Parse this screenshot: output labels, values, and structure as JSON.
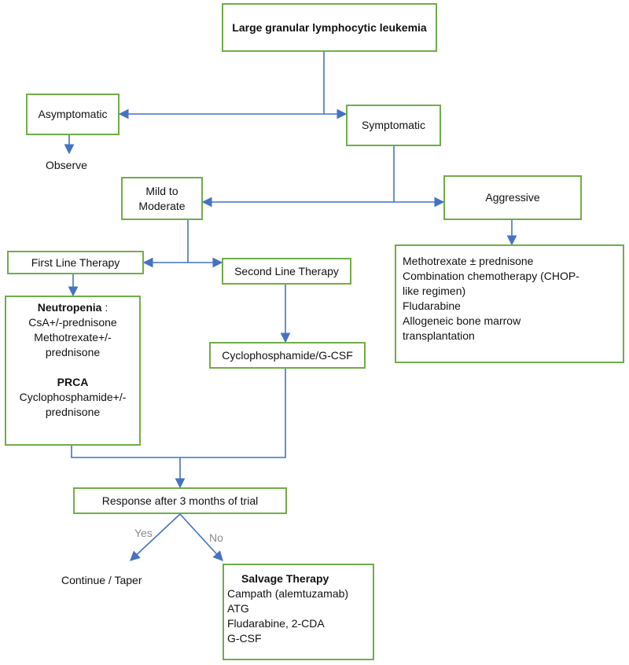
{
  "diagram": {
    "colors": {
      "box_border": "#70ad47",
      "connector": "#4472c4"
    },
    "nodes": {
      "root": "Large granular lymphocytic leukemia",
      "asymptomatic": "Asymptomatic",
      "observe": "Observe",
      "symptomatic": "Symptomatic",
      "mild": "Mild to Moderate",
      "aggressive": "Aggressive",
      "first_line": "First Line Therapy",
      "second_line": "Second Line Therapy",
      "cyclo_gcsf": "Cyclophosphamide/G-CSF",
      "response": "Response after 3 months of trial",
      "continue": "Continue / Taper"
    },
    "first_line_detail": {
      "neutropenia_heading": "Neutropenia",
      "neutropenia_colon": " :",
      "neutropenia_lines": [
        "CsA+/-prednisone",
        "Methotrexate+/-",
        "prednisone"
      ],
      "prca_heading": "PRCA",
      "prca_lines": [
        "Cyclophosphamide+/-",
        "prednisone"
      ]
    },
    "aggressive_detail": {
      "lines": [
        "Methotrexate ± prednisone",
        "Combination chemotherapy (CHOP-",
        "like regimen)",
        "Fludarabine",
        "Allogeneic bone marrow",
        "transplantation"
      ]
    },
    "salvage": {
      "heading": "Salvage Therapy",
      "lines": [
        "Campath (alemtuzamab)",
        "ATG",
        "Fludarabine, 2-CDA",
        "G-CSF"
      ]
    },
    "edge_labels": {
      "yes": "Yes",
      "no": "No"
    }
  }
}
